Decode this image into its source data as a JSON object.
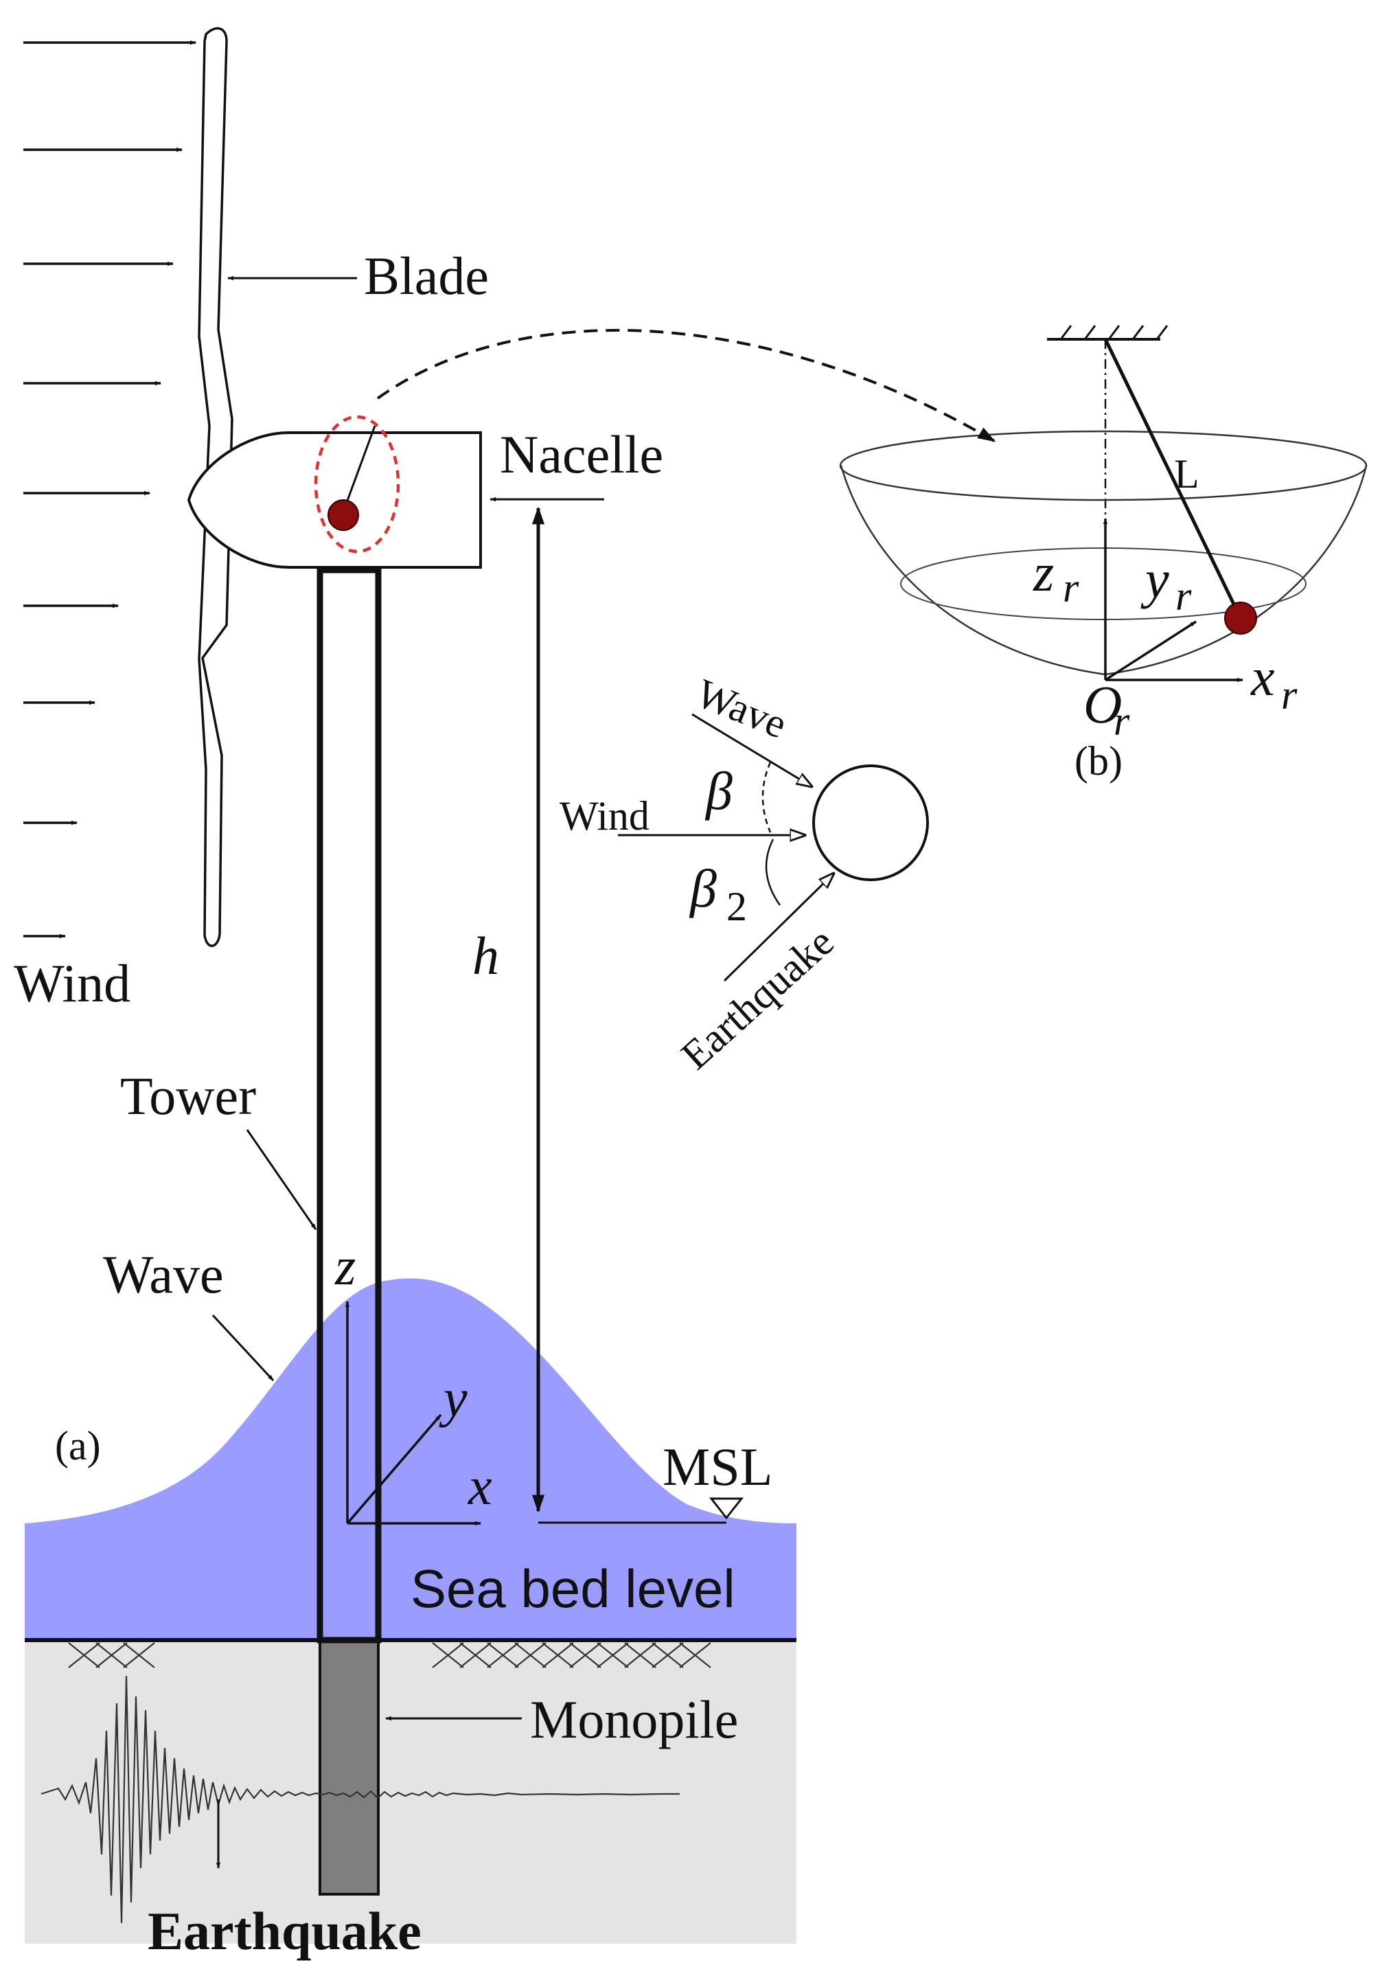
{
  "panel_labels": {
    "a": "(a)",
    "b": "(b)"
  },
  "labels": {
    "blade": "Blade",
    "nacelle": "Nacelle",
    "wind": "Wind",
    "tower": "Tower",
    "wave": "Wave",
    "monopile": "Monopile",
    "earthquake": "Earthquake",
    "msl": "MSL",
    "sea_bed_level": "Sea bed level",
    "height": "h"
  },
  "axes_main": {
    "x": "x",
    "y": "y",
    "z": "z"
  },
  "load_directions": {
    "wave": "Wave",
    "wind": "Wind",
    "earthquake": "Earthquake",
    "beta": "β",
    "beta2_base": "β",
    "beta2_sub": "2"
  },
  "damper_detail": {
    "length": "L",
    "x_base": "x",
    "x_sub": "r",
    "y_base": "y",
    "y_sub": "r",
    "z_base": "z",
    "z_sub": "r",
    "o_base": "O",
    "o_sub": "r"
  },
  "colors": {
    "water": "#9a9cff",
    "soil": "#e4e4e4",
    "pile": "#7f7f7f",
    "mass": "#8b0d0d",
    "highlight": "#e53030",
    "line": "#111111"
  }
}
